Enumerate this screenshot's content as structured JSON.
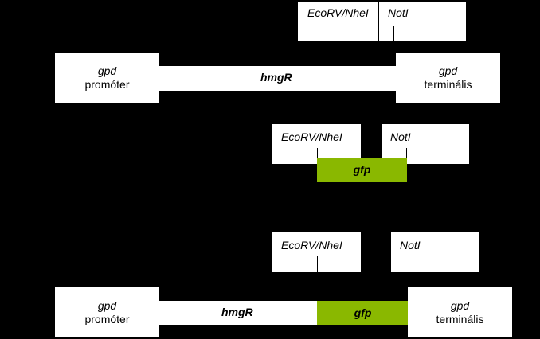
{
  "colors": {
    "background": "#000000",
    "box": "#ffffff",
    "gfp": "#8ab800"
  },
  "construct_top": {
    "site_box_left": "EcoRV/NheI",
    "site_box_right": "NotI",
    "promoter_top": "gpd",
    "promoter_bottom": "promóter",
    "gene": "hmgR",
    "terminator_top": "gpd",
    "terminator_bottom": "terminális"
  },
  "insert": {
    "site_left": "EcoRV/NheI",
    "site_right": "NotI",
    "gene": "gfp"
  },
  "construct_bottom": {
    "site_left": "EcoRV/NheI",
    "site_right": "NotI",
    "promoter_top": "gpd",
    "promoter_bottom": "promóter",
    "gene1": "hmgR",
    "gene2": "gfp",
    "terminator_top": "gpd",
    "terminator_bottom": "terminális"
  }
}
